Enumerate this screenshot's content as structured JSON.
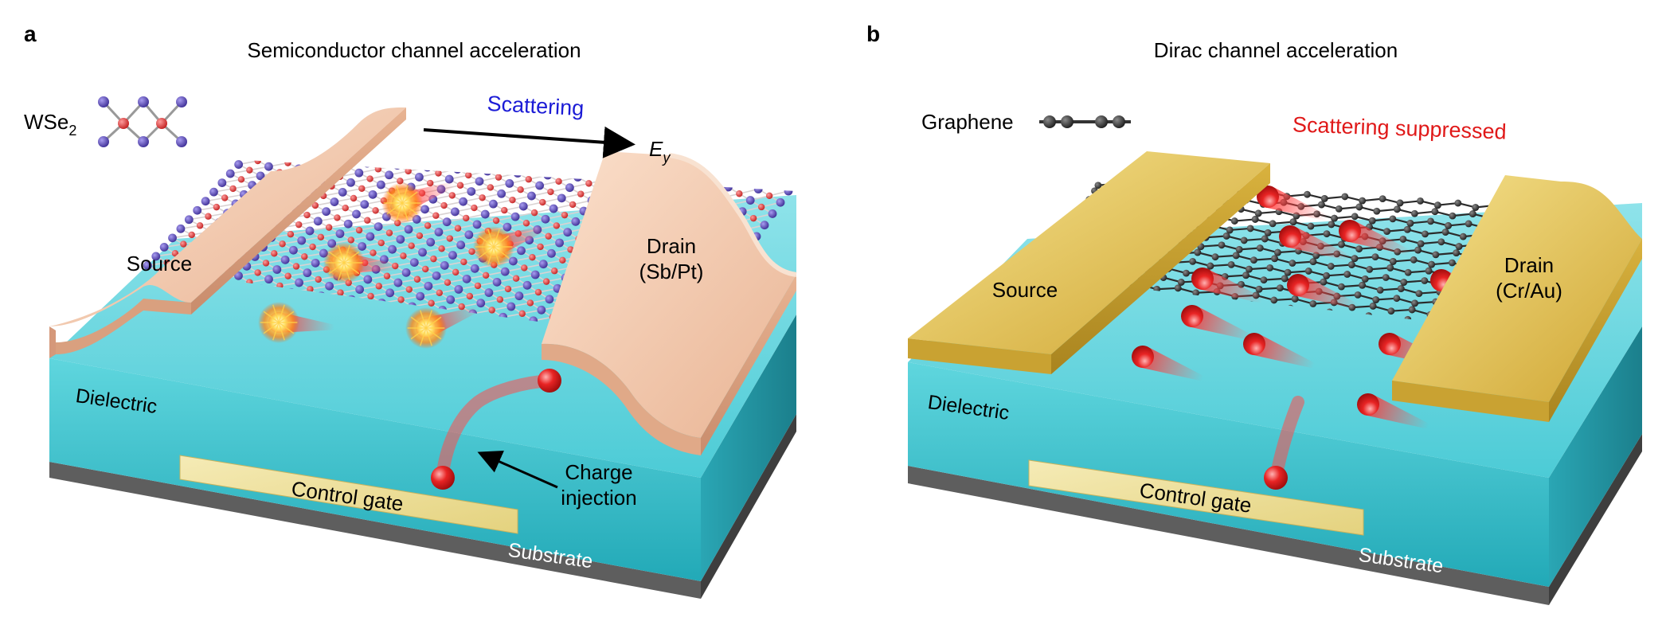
{
  "panel_a": {
    "letter": "a",
    "title": "Semiconductor channel acceleration",
    "material_main": "WSe",
    "material_sub": "2",
    "scattering": "Scattering",
    "field_main": "E",
    "field_sub": "y",
    "source": "Source",
    "drain_line1": "Drain",
    "drain_line2": "(Sb/Pt)",
    "dielectric": "Dielectric",
    "charge_line1": "Charge",
    "charge_line2": "injection",
    "control_gate": "Control gate",
    "substrate": "Substrate"
  },
  "panel_b": {
    "letter": "b",
    "title": "Dirac channel acceleration",
    "material": "Graphene",
    "scattering": "Scattering suppressed",
    "source": "Source",
    "drain_line1": "Drain",
    "drain_line2": "(Cr/Au)",
    "dielectric": "Dielectric",
    "control_gate": "Control gate",
    "substrate": "Substrate"
  },
  "colors": {
    "dielectric": "#3cc3cf",
    "substrate": "#6e6e6e",
    "contact_a": "#f4c6a6",
    "contact_b": "#e2c458",
    "gate": "#efe3a2",
    "scattering_a": "#1b1bd6",
    "scattering_b": "#e01818",
    "charge": "#e52222",
    "atom_se": "#5a4bb0",
    "atom_w": "#e24a4a",
    "graphene": "#2c2c2c"
  }
}
